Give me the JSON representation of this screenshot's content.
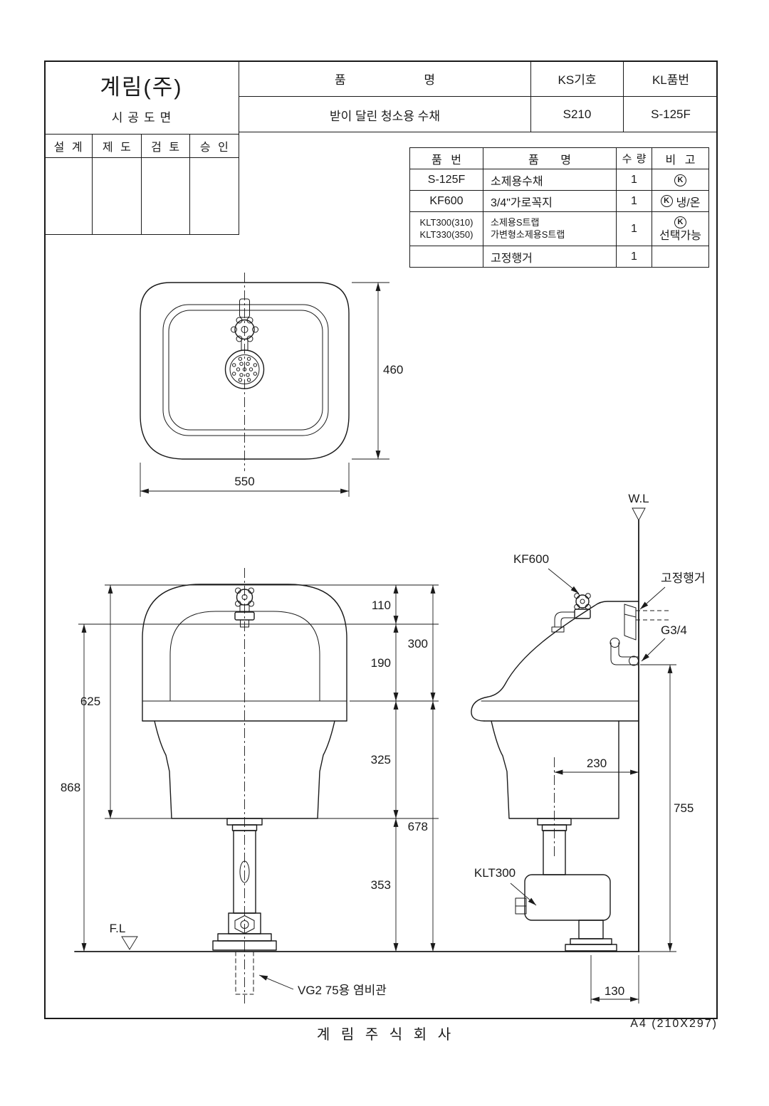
{
  "title_block": {
    "company": "계림(주)",
    "doc_type": "시공도면",
    "sign_cols": [
      "설 계",
      "제 도",
      "검 토",
      "승 인"
    ]
  },
  "header_table": {
    "name_label": "품 명",
    "ks_label": "KS기호",
    "kl_label": "KL품번",
    "name_value": "받이 달린 청소용 수채",
    "ks_value": "S210",
    "kl_value": "S-125F"
  },
  "parts_table": {
    "headers": {
      "no": "품 번",
      "name": "품 명",
      "qty": "수 량",
      "note": "비 고"
    },
    "ks_mark": "K",
    "rows": [
      {
        "no": "S-125F",
        "name": "소제용수채",
        "qty": "1",
        "note": ""
      },
      {
        "no": "KF600",
        "name": "3/4\"가로꼭지",
        "qty": "1",
        "note": "냉/온"
      },
      {
        "no1": "KLT300(310)",
        "no2": "KLT330(350)",
        "name1": "소제용S트랩",
        "name2": "가변형소제용S트랩",
        "qty": "1",
        "note": "선택가능"
      },
      {
        "no": "",
        "name": "고정행거",
        "qty": "1",
        "note": ""
      }
    ]
  },
  "plan_view": {
    "dim_depth": "460",
    "dim_width": "550"
  },
  "front_view": {
    "dim_110": "110",
    "dim_300": "300",
    "dim_190": "190",
    "dim_625": "625",
    "dim_325": "325",
    "dim_868": "868",
    "dim_678": "678",
    "dim_353": "353",
    "floor_label": "F.L",
    "pipe_label": "VG2 75용 염비관"
  },
  "side_view": {
    "water_line": "W.L",
    "faucet_label": "KF600",
    "hanger_label": "고정행거",
    "thread_label": "G3/4",
    "trap_label": "KLT300",
    "dim_230": "230",
    "dim_755": "755",
    "dim_130": "130"
  },
  "footer": {
    "company": "계 림 주 식 회 사",
    "paper": "A4 (210X297)"
  }
}
